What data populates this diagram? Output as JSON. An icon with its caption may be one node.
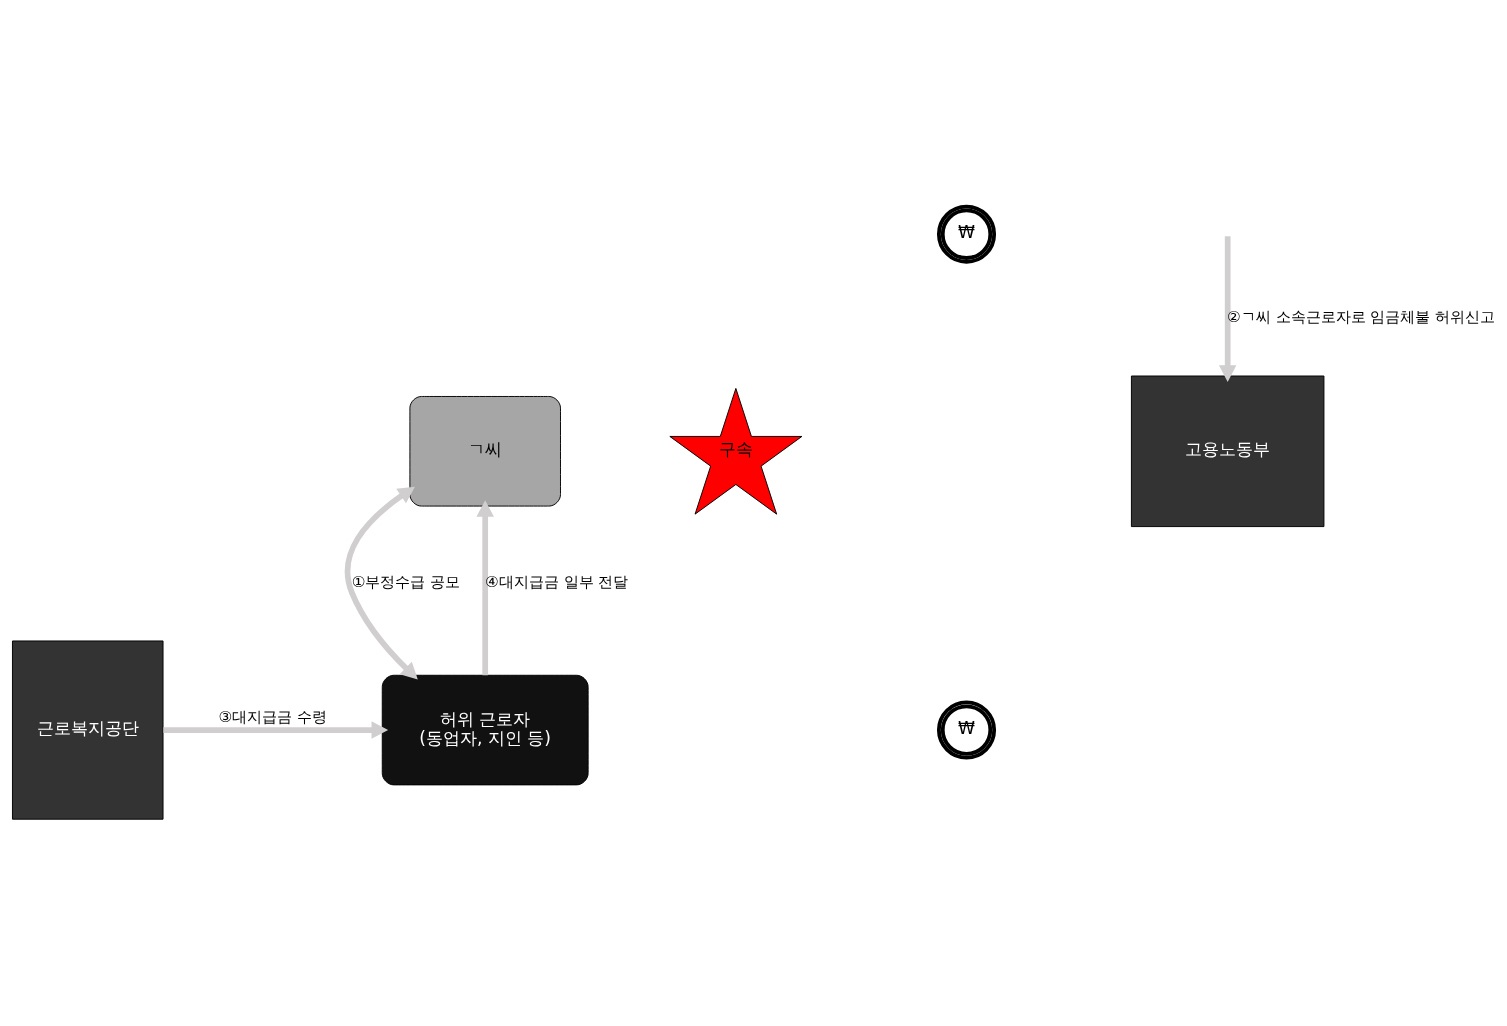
{
  "diagram": {
    "nodes": [
      {
        "text": [
          "ㄱ씨"
        ]
      },
      {
        "text": [
          "구속"
        ]
      },
      {
        "text": [
          "₩"
        ]
      },
      {
        "text": [
          "허위 근로자",
          "(동업자, 지인 등)"
        ]
      },
      {
        "text": [
          "고용노동부"
        ]
      },
      {
        "text": [
          "₩"
        ]
      },
      {
        "text": [
          "근로복지공단"
        ]
      }
    ],
    "edges": [
      {
        "from": 0,
        "to": 3,
        "arrow": "both",
        "label": "①부정수급 공모"
      },
      {
        "from": 3,
        "to": 0,
        "arrow": "to",
        "label": "④대지급금 일부 전달"
      },
      {
        "from": null,
        "to": 4,
        "arrow": "to",
        "label": "②ㄱ씨 소속근로자로 임금체불 허위신고"
      },
      {
        "from": 6,
        "to": 3,
        "arrow": "to",
        "label": "③대지급금 수령"
      }
    ]
  }
}
